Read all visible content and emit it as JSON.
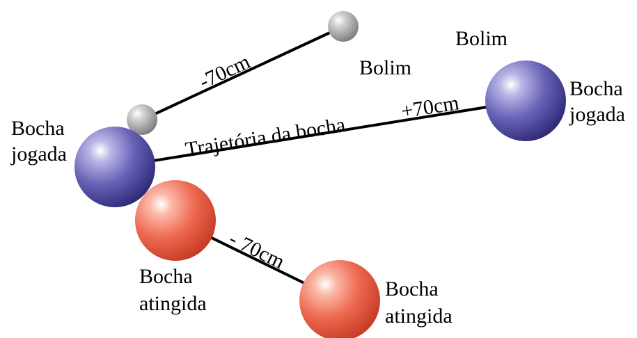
{
  "labels": {
    "bolim_top": "Bolim",
    "bolim_right": "Bolim",
    "bocha_jogada_left_1": "Bocha",
    "bocha_jogada_left_2": "jogada",
    "bocha_jogada_right_1": "Bocha",
    "bocha_jogada_right_2": "jogada",
    "bocha_atingida_left_1": "Bocha",
    "bocha_atingida_left_2": "atingida",
    "bocha_atingida_right_1": "Bocha",
    "bocha_atingida_right_2": "atingida",
    "distance_bolim": "-70cm",
    "distance_jogada": "+70cm",
    "distance_atingida": "- 70cm",
    "trajectory": "Trajetória da bocha"
  },
  "colors": {
    "jogada": "#5b55a8",
    "atingida": "#e8604a",
    "bolim": "#a8a8a8",
    "line": "#000000"
  }
}
